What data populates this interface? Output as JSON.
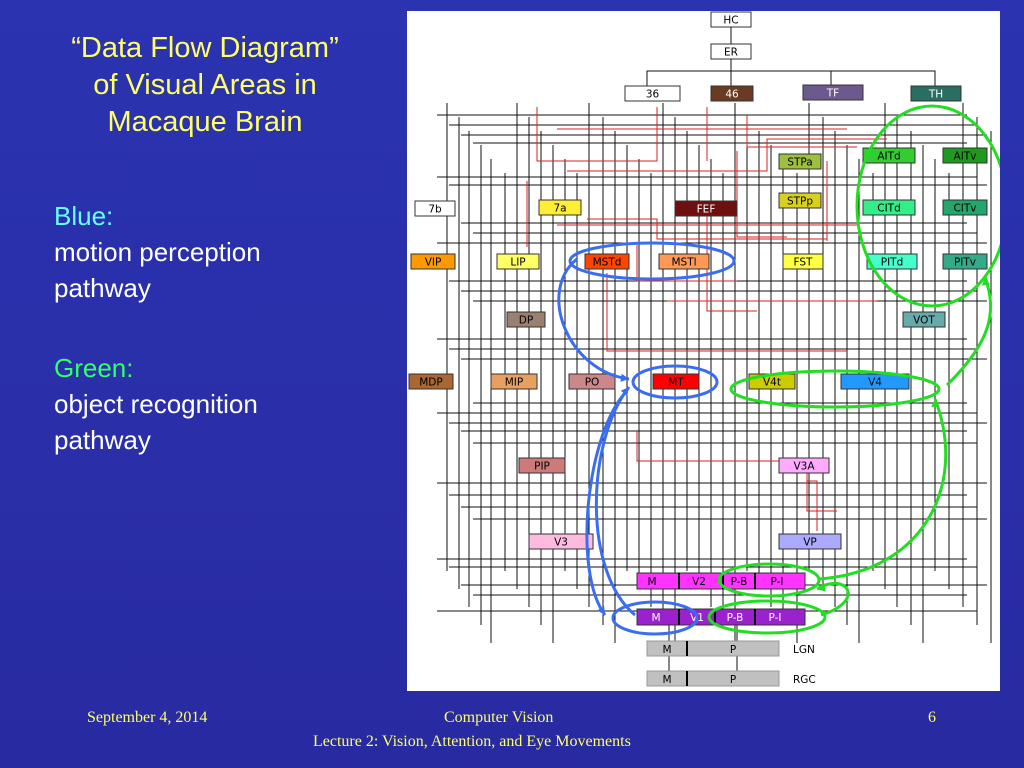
{
  "slide": {
    "title_lines": [
      "“Data Flow Diagram”",
      "of Visual Areas in",
      "Macaque Brain"
    ],
    "blue_head": "Blue:",
    "blue_lines": [
      "motion perception",
      "pathway"
    ],
    "green_head": "Green:",
    "green_lines": [
      "object recognition",
      "pathway"
    ]
  },
  "footer": {
    "date": "September 4, 2014",
    "course": "Computer Vision",
    "lecture": "Lecture 2: Vision, Attention, and Eye Movements",
    "page": "6"
  },
  "colors": {
    "blue_pathway": "#3a6df0",
    "green_pathway": "#22dd22",
    "connection_black": "#111111",
    "connection_red": "#dd2222"
  },
  "areas": {
    "HC": "HC",
    "ER": "ER",
    "36": "36",
    "46": "46",
    "TF": "TF",
    "TH": "TH",
    "STPa": "STPa",
    "AITd": "AITd",
    "AITv": "AITv",
    "7b": "7b",
    "7a": "7a",
    "FEF": "FEF",
    "STPp": "STPp",
    "CITd": "CITd",
    "CITv": "CITv",
    "VIP": "VIP",
    "LIP": "LIP",
    "MSTd": "MSTd",
    "MSTl": "MSTl",
    "FST": "FST",
    "PITd": "PITd",
    "PITv": "PITv",
    "DP": "DP",
    "VOT": "VOT",
    "MDP": "MDP",
    "MIP": "MIP",
    "PO": "PO",
    "MT": "MT",
    "V4t": "V4t",
    "V4": "V4",
    "PIP": "PIP",
    "V3A": "V3A",
    "V3": "V3",
    "VP": "VP",
    "V2_M": "M",
    "V2_label": "V2",
    "V2_PB": "P-B",
    "V2_PI": "P-I",
    "V1_M": "M",
    "V1_label": "V1",
    "V1_PB": "P-B",
    "V1_PI": "P-I",
    "LGN_M": "M",
    "LGN_P": "P",
    "LGN": "LGN",
    "RGC_M": "M",
    "RGC_P": "P",
    "RGC": "RGC"
  }
}
